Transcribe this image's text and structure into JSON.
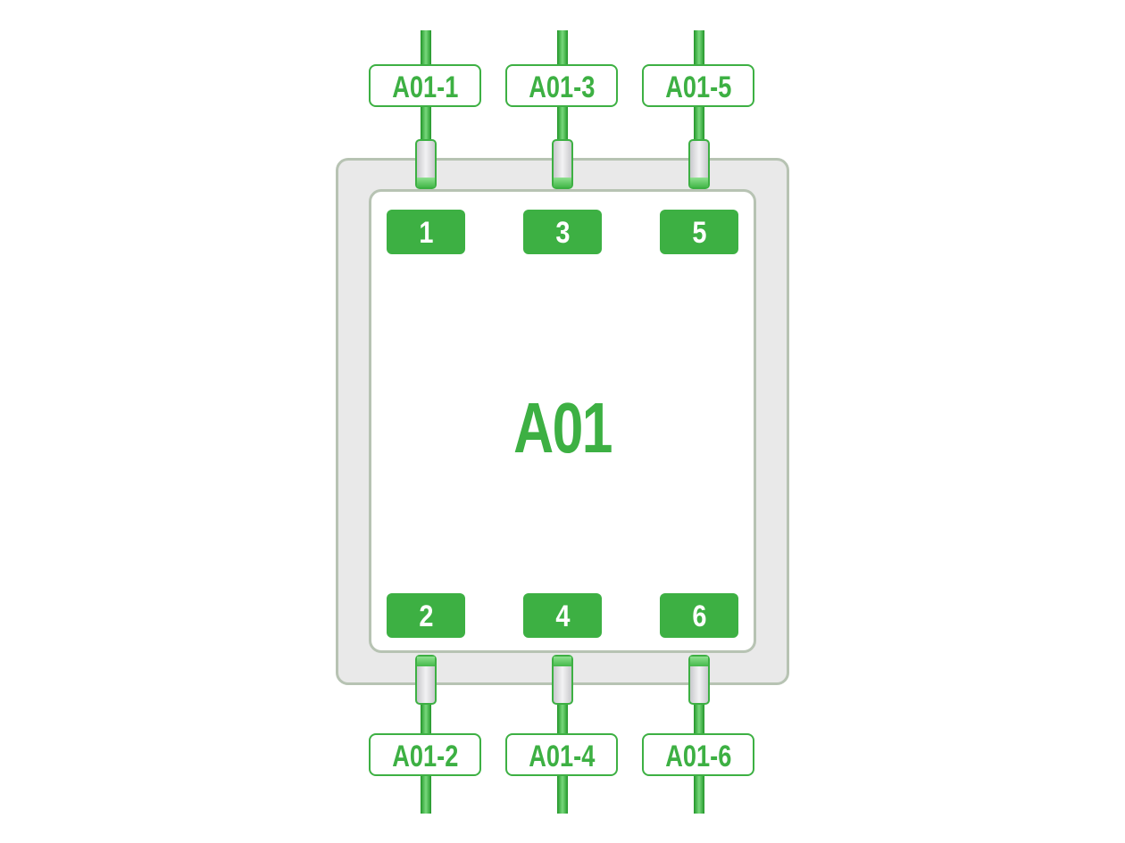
{
  "device": {
    "name": "A01",
    "accent_color": "#3db043",
    "frame_color": "#b7c3b3"
  },
  "ports_top": [
    {
      "number": "1",
      "cable_label": "A01-1"
    },
    {
      "number": "3",
      "cable_label": "A01-3"
    },
    {
      "number": "5",
      "cable_label": "A01-5"
    }
  ],
  "ports_bottom": [
    {
      "number": "2",
      "cable_label": "A01-2"
    },
    {
      "number": "4",
      "cable_label": "A01-4"
    },
    {
      "number": "6",
      "cable_label": "A01-6"
    }
  ]
}
